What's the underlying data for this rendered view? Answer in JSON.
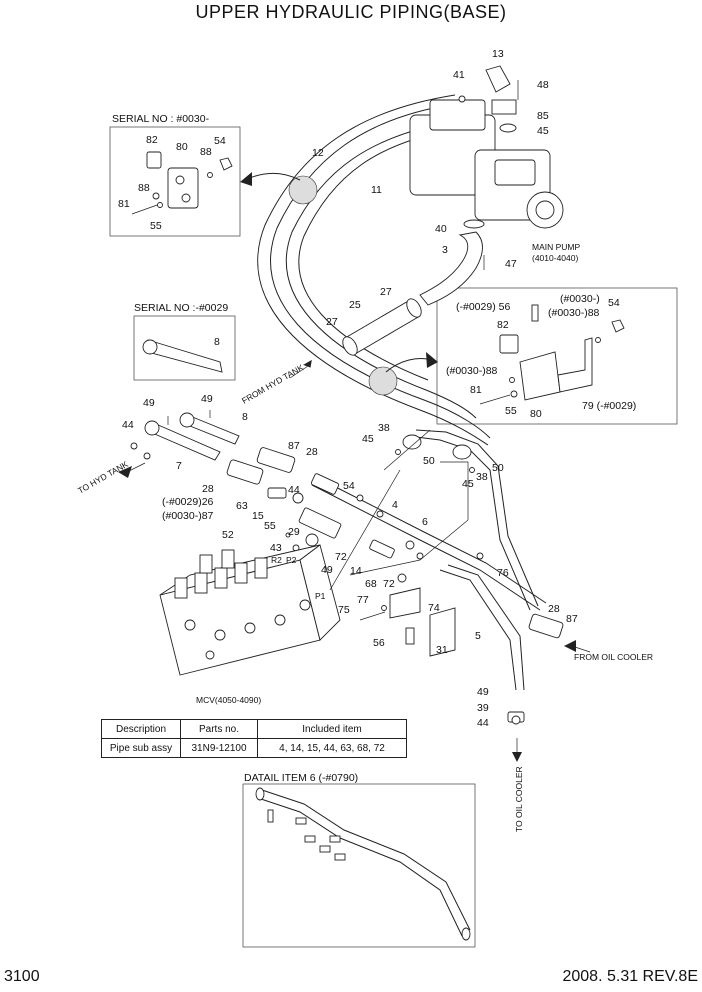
{
  "title": "UPPER HYDRAULIC PIPING(BASE)",
  "footer": {
    "page": "3100",
    "revision": "2008. 5.31  REV.8E"
  },
  "insets": {
    "serial_top": "SERIAL NO : #0030-",
    "serial_mid": "SERIAL NO :-#0029",
    "detail": "DATAIL ITEM 6 (-#0790)"
  },
  "components": {
    "main_pump": "MAIN PUMP",
    "main_pump_range": "(4010-4040)",
    "mcv": "MCV(4050-4090)"
  },
  "directions": {
    "from_hyd_tank": "FROM HYD TANK",
    "to_hyd_tank": "TO HYD TANK",
    "from_oil_cooler": "FROM OIL COOLER",
    "to_oil_cooler": "TO OIL COOLER"
  },
  "table": {
    "headers": [
      "Description",
      "Parts no.",
      "Included item"
    ],
    "rows": [
      [
        "Pipe sub assy",
        "31N9-12100",
        "4, 14, 15, 44, 63, 68, 72"
      ]
    ]
  },
  "labels": {
    "l13": "13",
    "l41": "41",
    "l48": "48",
    "l85": "85",
    "l45a": "45",
    "l12": "12",
    "l11": "11",
    "l40": "40",
    "l3": "3",
    "l47": "47",
    "l82a": "82",
    "l80a": "80",
    "l54a": "54",
    "l88a": "88",
    "l88b": "88",
    "l81a": "81",
    "l55a": "55",
    "l27a": "27",
    "l25": "25",
    "l27b": "27",
    "l8a": "8",
    "l56a": "(-#0029) 56",
    "l54b": "(#0030-)",
    "l54c": "54",
    "l88c": "(#0030-)88",
    "l82b": "82",
    "l88d": "(#0030-)88",
    "l81b": "81",
    "l55b": "55",
    "l80b": "80",
    "l79": "79 (-#0029)",
    "l49a": "49",
    "l49b": "49",
    "l8b": "8",
    "l44a": "44",
    "l7": "7",
    "l28a": "28",
    "l87a": "87",
    "l28b": "28",
    "l26": "(-#0029)26",
    "l87b": "(#0030-)87",
    "l63": "63",
    "l44b": "44",
    "l38a": "38",
    "l45b": "45",
    "l50a": "50",
    "l50b": "50",
    "l45c": "45",
    "l38b": "38",
    "l54d": "54",
    "l4": "4",
    "l6": "6",
    "l15": "15",
    "l55c": "55",
    "l52": "52",
    "l29": "29",
    "l43": "43",
    "l72a": "72",
    "l49c": "49",
    "l14": "14",
    "l68": "68",
    "l72b": "72",
    "l76": "76",
    "l77": "77",
    "l75": "75",
    "l74": "74",
    "l56b": "56",
    "l31": "31",
    "l5": "5",
    "l28c": "28",
    "l87c": "87",
    "l49d": "49",
    "l39": "39",
    "l44c": "44",
    "r2": "R2",
    "p2": "P2",
    "p1": "P1"
  }
}
